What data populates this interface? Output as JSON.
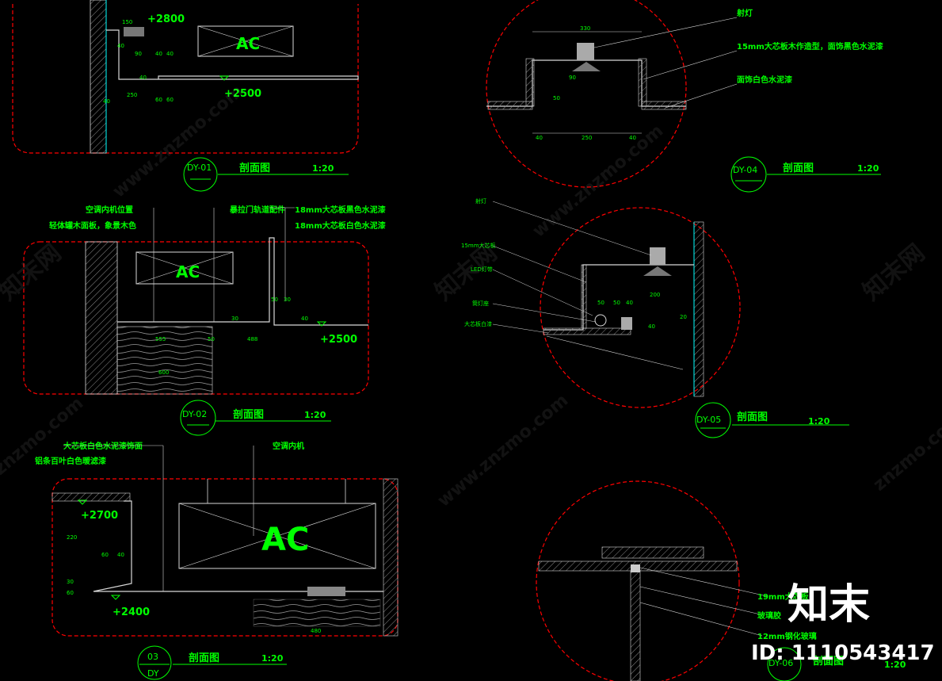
{
  "colors": {
    "background": "#000000",
    "line": "#00ff00",
    "cut_boundary": "#ff0000",
    "wall": "#5a5a5a",
    "white_line": "#d8d8d8"
  },
  "panels": {
    "dy01": {
      "tag": "DY-01",
      "title": "剖面图",
      "scale": "1:20",
      "elev_top": "+2800",
      "elev_bottom": "+2500",
      "ac": "AC",
      "dims": [
        "150",
        "40",
        "90",
        "40",
        "40",
        "40",
        "250",
        "60",
        "60",
        "40"
      ]
    },
    "dy02": {
      "tag": "DY-02",
      "title": "剖面图",
      "scale": "1:20",
      "elev": "+2500",
      "ac": "AC",
      "notes": [
        "空调内机位置",
        "轻体罐木面板，象景木色",
        "暴拉门轨道配件",
        "18mm大芯板黑色水泥漆",
        "18mm大芯板白色水泥漆"
      ],
      "dims": [
        "555",
        "50",
        "50",
        "30",
        "30",
        "40",
        "488",
        "600"
      ]
    },
    "dy03": {
      "tag_top": "03",
      "tag_bottom": "DY",
      "title": "剖面图",
      "scale": "1:20",
      "elev_top": "+2700",
      "elev_bottom": "+2400",
      "ac": "AC",
      "notes": [
        "大芯板白色水泥漆饰面",
        "铝条百叶白色暖滤漆",
        "空调内机"
      ],
      "dims": [
        "220",
        "30",
        "60",
        "60",
        "40",
        "480"
      ]
    },
    "dy04": {
      "tag": "DY-04",
      "title": "剖面图",
      "scale": "1:20",
      "notes": [
        "射灯",
        "15mm大芯板木作造型，面饰黑色水泥漆",
        "面饰白色水泥漆"
      ],
      "dims": [
        "330",
        "90",
        "50",
        "40",
        "250",
        "40"
      ]
    },
    "dy05": {
      "tag": "DY-05",
      "title": "剖面图",
      "scale": "1:20",
      "notes": [
        "射灯",
        "15mm大芯板",
        "LED灯带",
        "筒灯座",
        "大芯板白漆"
      ],
      "dims": [
        "50",
        "50",
        "40",
        "200",
        "20",
        "40"
      ]
    },
    "dy06": {
      "tag": "DY-06",
      "title": "剖面图",
      "scale": "1:20",
      "notes": [
        "19mm大芯板",
        "玻璃胶",
        "12mm钢化玻璃"
      ]
    }
  },
  "watermark": {
    "site": "www.znzmo.com",
    "site_short": "znzmo.com",
    "brand": "知末网"
  },
  "brand": {
    "logo": "知末",
    "id_label": "ID: 1110543417"
  }
}
